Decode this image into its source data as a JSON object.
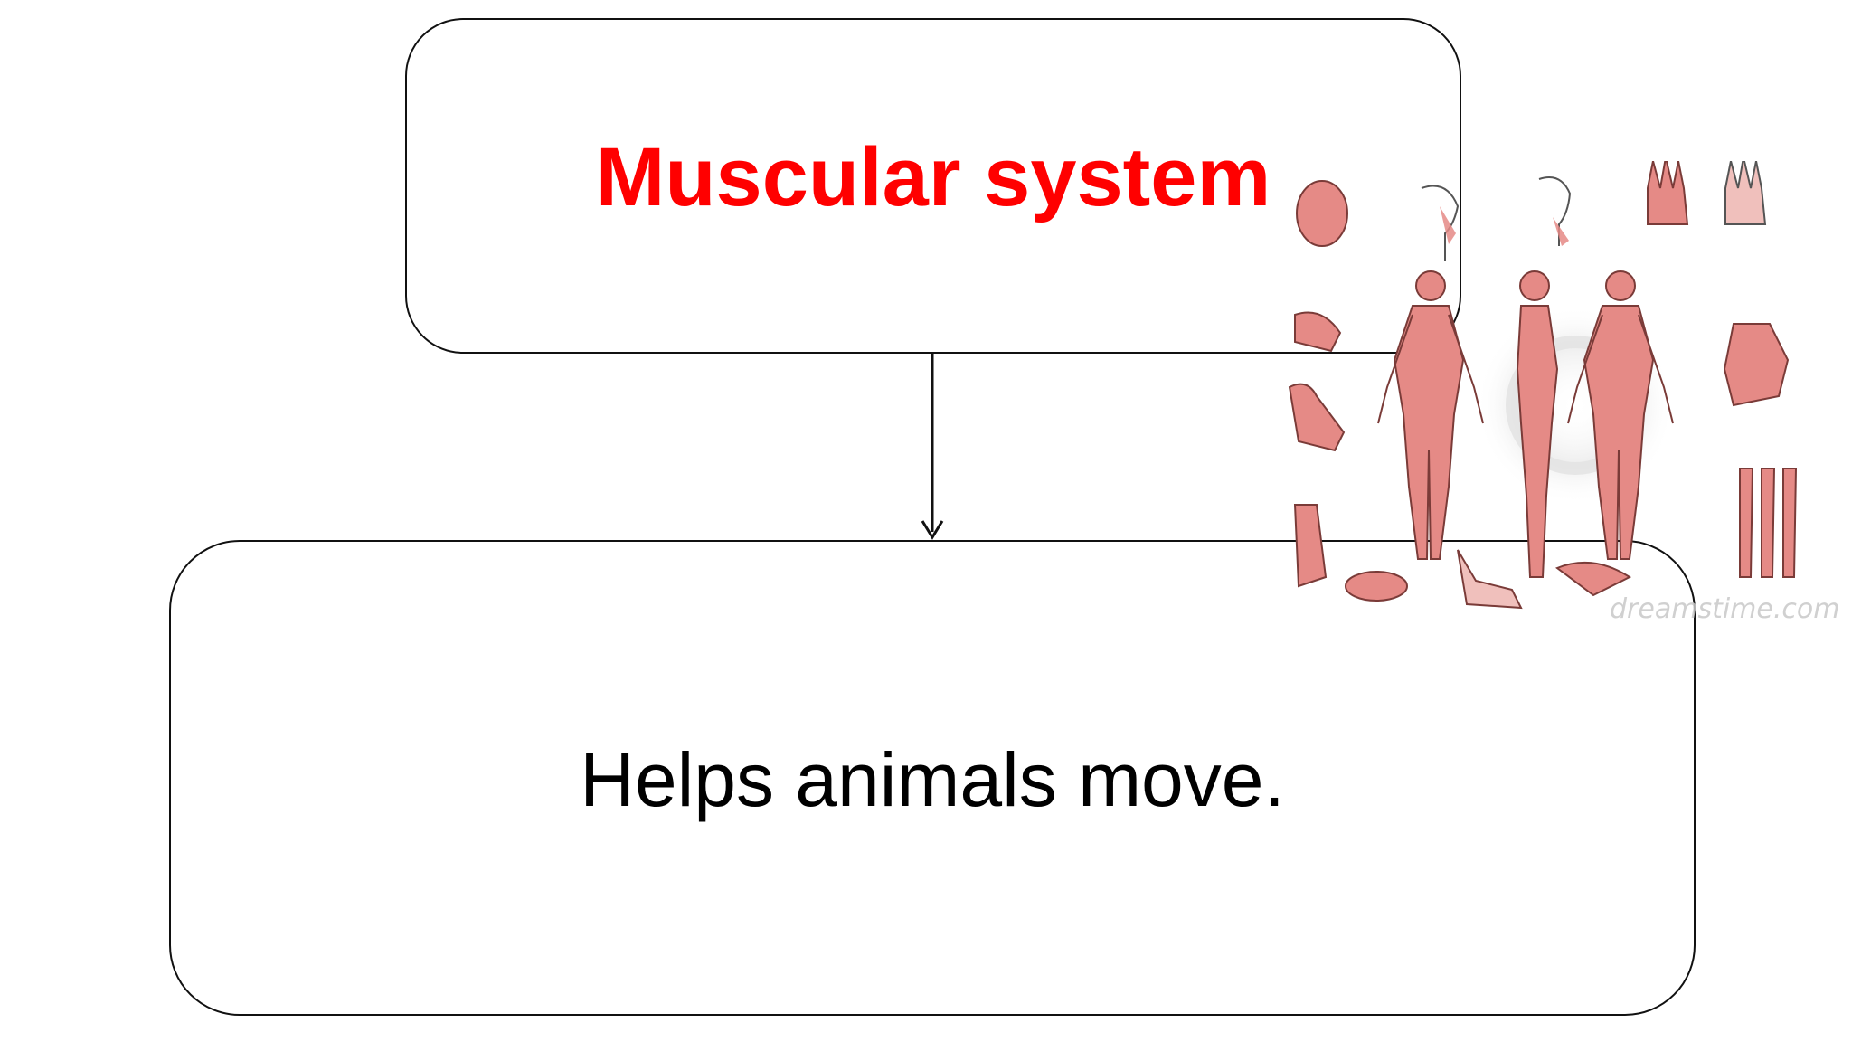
{
  "diagram": {
    "title": "Muscular system",
    "description": "Helps animals move.",
    "title_color": "#ff0000",
    "text_color": "#000000"
  },
  "illustration": {
    "icon": "muscular-anatomy-chart",
    "muscle_color": "#e58a86",
    "watermark": "dreamstime.com"
  }
}
